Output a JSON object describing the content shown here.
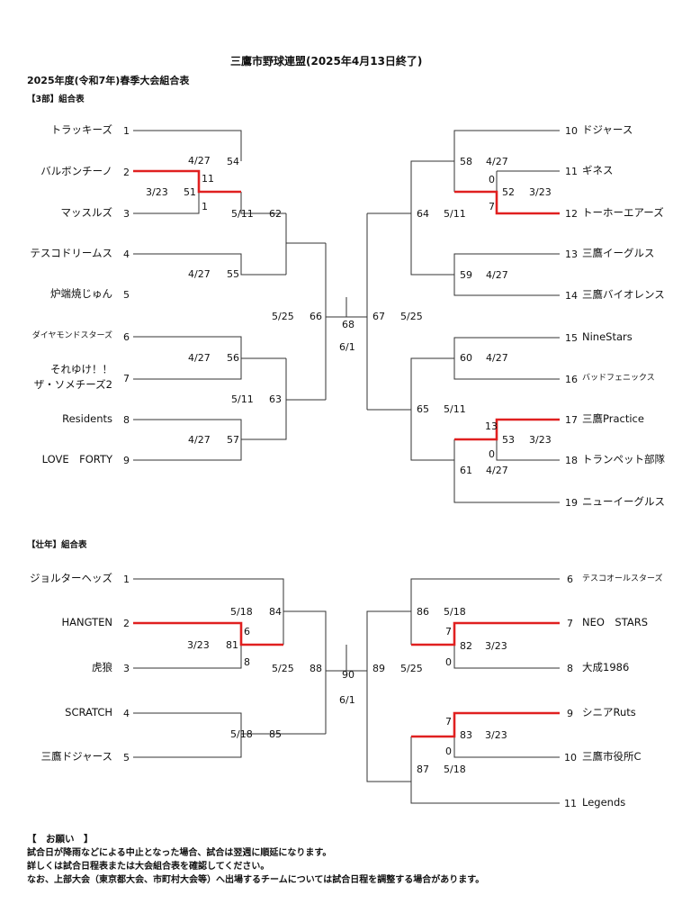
{
  "header": {
    "title": "三鷹市野球連盟(2025年4月13日終了)",
    "subtitle": "2025年度(令和7年)春季大会組合表"
  },
  "section3": {
    "label": "【3部】組合表",
    "left_teams": [
      {
        "name": "トラッキーズ",
        "no": "1"
      },
      {
        "name": "バルボンチーノ",
        "no": "2"
      },
      {
        "name": "マッスルズ",
        "no": "3"
      },
      {
        "name": "テスコドリームス",
        "no": "4"
      },
      {
        "name": "炉端焼じゅん",
        "no": "5"
      },
      {
        "name": "ダイヤモンドスターズ",
        "no": "6"
      },
      {
        "name": "それゆけ！！",
        "name2": "ザ・ソメチーズ2",
        "no": "7"
      },
      {
        "name": "Residents",
        "no": "8"
      },
      {
        "name": "LOVE　FORTY",
        "no": "9"
      }
    ],
    "right_teams": [
      {
        "no": "10",
        "name": "ドジャース"
      },
      {
        "no": "11",
        "name": "ギネス"
      },
      {
        "no": "12",
        "name": "トーホーエアーズ"
      },
      {
        "no": "13",
        "name": "三鷹イーグルス"
      },
      {
        "no": "14",
        "name": "三鷹バイオレンス"
      },
      {
        "no": "15",
        "name": "NineStars"
      },
      {
        "no": "16",
        "name": "バッドフェニックス"
      },
      {
        "no": "17",
        "name": "三鷹Practice"
      },
      {
        "no": "18",
        "name": "トランペット部隊"
      },
      {
        "no": "19",
        "name": "ニューイーグルス"
      }
    ],
    "games": {
      "g54": "54",
      "g54_date": "4/27",
      "g51": "51",
      "g51_date": "3/23",
      "g51_score_top": "11",
      "g51_score_bottom": "1",
      "g62": "62",
      "g62_date": "5/11",
      "g55": "55",
      "g55_date": "4/27",
      "g66": "66",
      "g66_date": "5/25",
      "g56": "56",
      "g56_date": "4/27",
      "g63": "63",
      "g63_date": "5/11",
      "g57": "57",
      "g57_date": "4/27",
      "g68": "68",
      "g68_date": "6/1",
      "g67": "67",
      "g67_date": "5/25",
      "g64": "64",
      "g64_date": "5/11",
      "g58": "58",
      "g58_date": "4/27",
      "g52": "52",
      "g52_date": "3/23",
      "g52_score_top": "0",
      "g52_score_bottom": "7",
      "g59": "59",
      "g59_date": "4/27",
      "g65": "65",
      "g65_date": "5/11",
      "g60": "60",
      "g60_date": "4/27",
      "g53": "53",
      "g53_date": "3/23",
      "g53_score_top": "13",
      "g53_score_bottom": "0",
      "g61": "61",
      "g61_date": "4/27"
    }
  },
  "sectionS": {
    "label": "【壮年】組合表",
    "left_teams": [
      {
        "name": "ジョルターヘッズ",
        "no": "1"
      },
      {
        "name": "HANGTEN",
        "no": "2"
      },
      {
        "name": "虎狼",
        "no": "3"
      },
      {
        "name": "SCRATCH",
        "no": "4"
      },
      {
        "name": "三鷹ドジャース",
        "no": "5"
      }
    ],
    "right_teams": [
      {
        "no": "6",
        "name": "テスコオールスターズ"
      },
      {
        "no": "7",
        "name": "NEO　STARS"
      },
      {
        "no": "8",
        "name": "大成1986"
      },
      {
        "no": "9",
        "name": "シニアRuts"
      },
      {
        "no": "10",
        "name": "三鷹市役所C"
      },
      {
        "no": "11",
        "name": "Legends"
      }
    ],
    "games": {
      "g84": "84",
      "g84_date": "5/18",
      "g81": "81",
      "g81_date": "3/23",
      "g81_score_top": "6",
      "g81_score_bottom": "8",
      "g88": "88",
      "g88_date": "5/25",
      "g85": "85",
      "g85_date": "5/18",
      "g90": "90",
      "g90_date": "6/1",
      "g89": "89",
      "g89_date": "5/25",
      "g86": "86",
      "g86_date": "5/18",
      "g82": "82",
      "g82_date": "3/23",
      "g82_score_top": "7",
      "g82_score_bottom": "0",
      "g83": "83",
      "g83_date": "3/23",
      "g83_score_top": "7",
      "g83_score_bottom": "0",
      "g87": "87",
      "g87_date": "5/18"
    }
  },
  "notice": {
    "title": "【　お願い　】",
    "lines": [
      "試合日が降雨などによる中止となった場合、試合は翌週に順延になります。",
      "詳しくは試合日程表または大会組合表を確認してください。",
      "なお、上部大会（東京都大会、市町村大会等）へ出場するチームについては試合日程を調整する場合があります。"
    ]
  },
  "colors": {
    "winner_line": "#e02020",
    "bracket_line": "#333333"
  }
}
